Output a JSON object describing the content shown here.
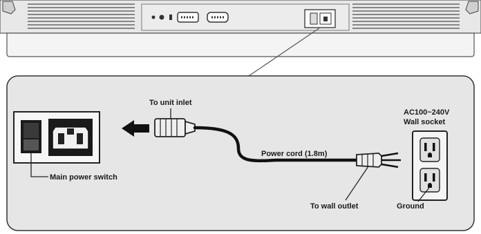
{
  "labels": {
    "to_unit_inlet": "To unit inlet",
    "power_cord": "Power cord (1.8m)",
    "socket_line1": "AC100~240V",
    "socket_line2": "Wall socket",
    "main_power_switch": "Main power switch",
    "to_wall_outlet": "To wall outlet",
    "ground": "Ground"
  },
  "colors": {
    "panel_background": "#e6e6e6",
    "device_body": "#f2f2f2",
    "outline": "#333333",
    "cord": "#111111",
    "text": "#1a1a1a"
  }
}
